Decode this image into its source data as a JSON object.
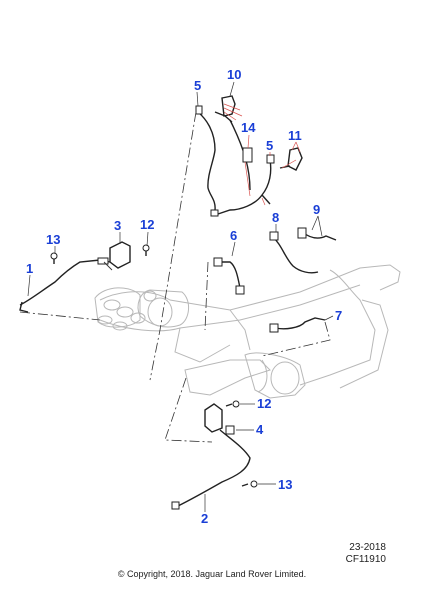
{
  "callouts": [
    {
      "id": "1",
      "label": "1"
    },
    {
      "id": "2",
      "label": "2"
    },
    {
      "id": "3",
      "label": "3"
    },
    {
      "id": "4",
      "label": "4"
    },
    {
      "id": "5a",
      "label": "5"
    },
    {
      "id": "5b",
      "label": "5"
    },
    {
      "id": "6",
      "label": "6"
    },
    {
      "id": "7",
      "label": "7"
    },
    {
      "id": "8",
      "label": "8"
    },
    {
      "id": "9",
      "label": "9"
    },
    {
      "id": "10",
      "label": "10"
    },
    {
      "id": "11",
      "label": "11"
    },
    {
      "id": "12a",
      "label": "12"
    },
    {
      "id": "12b",
      "label": "12"
    },
    {
      "id": "13a",
      "label": "13"
    },
    {
      "id": "13b",
      "label": "13"
    },
    {
      "id": "14",
      "label": "14"
    }
  ],
  "reference": {
    "date": "23-2018",
    "code": "CF11910"
  },
  "copyright": "© Copyright, 2018. Jaguar Land Rover Limited.",
  "colors": {
    "callout": "#1a3fd6",
    "leader": "#d9534f",
    "line": "#222222",
    "exhaust_outline": "#b8b8b8"
  }
}
